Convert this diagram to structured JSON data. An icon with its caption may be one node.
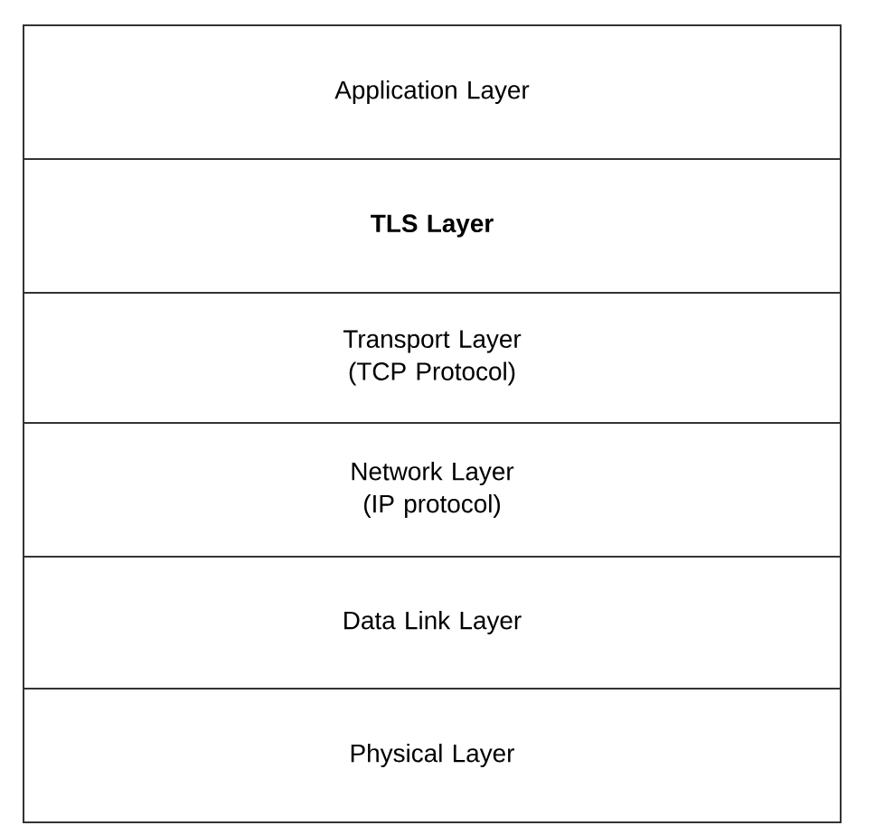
{
  "diagram": {
    "nodes": [
      {
        "text": [
          "Application Layer"
        ]
      },
      {
        "text": [
          "TLS Layer"
        ]
      },
      {
        "text": [
          "Transport Layer (TCP Protocol)"
        ]
      },
      {
        "text": [
          "Network Layer (IP protocol)"
        ]
      },
      {
        "text": [
          "Data Link Layer"
        ]
      },
      {
        "text": [
          "Physical Layer"
        ]
      }
    ]
  }
}
